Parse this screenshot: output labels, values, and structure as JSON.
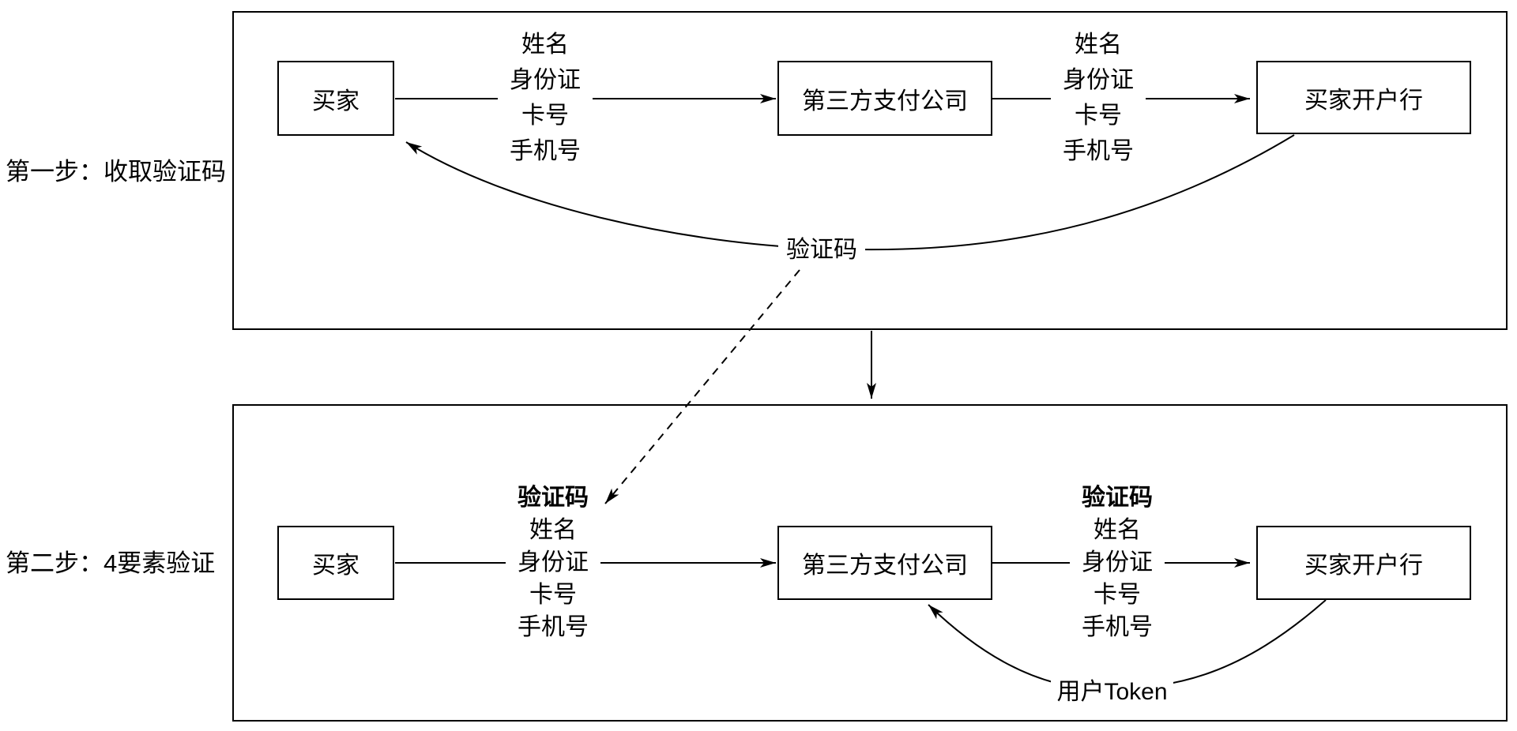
{
  "diagram": {
    "colors": {
      "stroke": "#000000",
      "background": "#ffffff"
    },
    "step1": {
      "title": "第一步：收取验证码",
      "buyer": "买家",
      "payment_company": "第三方支付公司",
      "bank": "买家开户行",
      "buyer_to_payment_fields": [
        "姓名",
        "身份证",
        "卡号",
        "手机号"
      ],
      "payment_to_bank_fields": [
        "姓名",
        "身份证",
        "卡号",
        "手机号"
      ],
      "verification_code_label": "验证码"
    },
    "step2": {
      "title": "第二步：4要素验证",
      "buyer": "买家",
      "payment_company": "第三方支付公司",
      "bank": "买家开户行",
      "buyer_to_payment_fields": [
        "验证码",
        "姓名",
        "身份证",
        "卡号",
        "手机号"
      ],
      "payment_to_bank_fields": [
        "验证码",
        "姓名",
        "身份证",
        "卡号",
        "手机号"
      ],
      "user_token_label": "用户Token"
    }
  }
}
